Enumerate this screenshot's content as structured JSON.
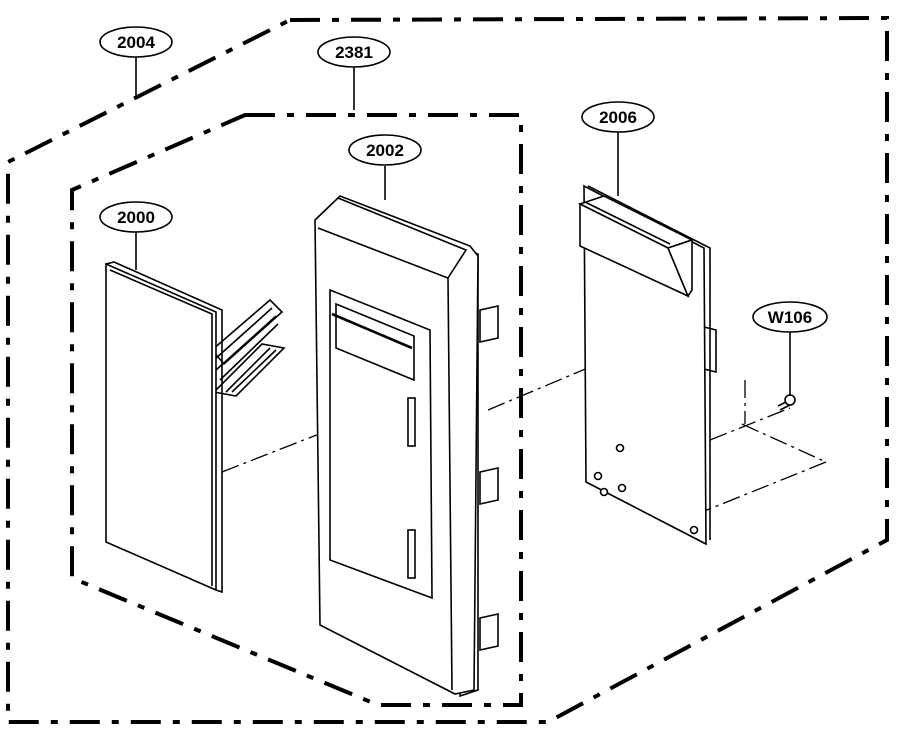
{
  "diagram": {
    "callouts": {
      "assembly_outer": "2004",
      "assembly_inner": "2381",
      "membrane_switch": "2000",
      "control_panel": "2002",
      "pcb_assembly": "2006",
      "screw": "W106"
    },
    "line_color": "#000000",
    "background": "#ffffff"
  }
}
